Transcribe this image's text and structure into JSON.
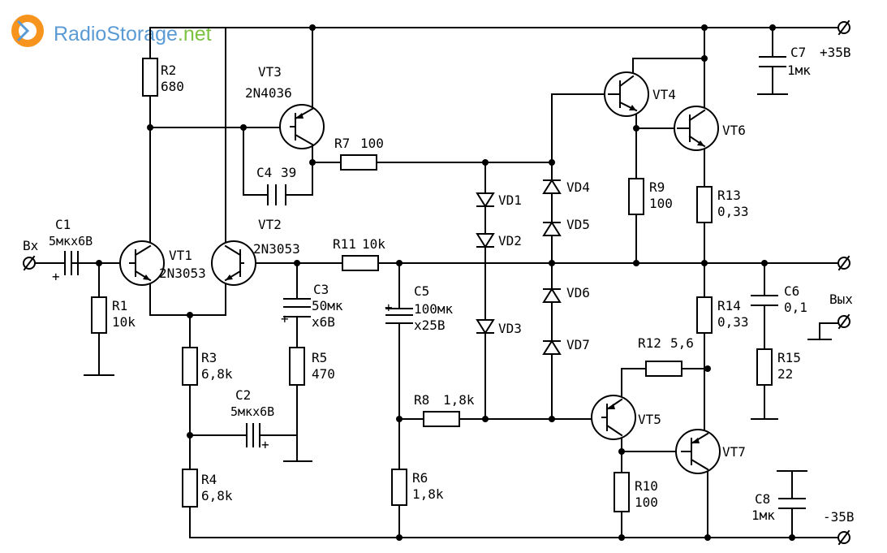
{
  "watermark": {
    "part1": "Radio",
    "part2": "Storage",
    "part3": ".net",
    "color1": "#5a9bd5",
    "color2": "#7dc242",
    "logo_color": "#f7941d"
  },
  "components": {
    "R1": {
      "ref": "R1",
      "value": "10k"
    },
    "R2": {
      "ref": "R2",
      "value": "680"
    },
    "R3": {
      "ref": "R3",
      "value": "6,8k"
    },
    "R4": {
      "ref": "R4",
      "value": "6,8k"
    },
    "R5": {
      "ref": "R5",
      "value": "470"
    },
    "R6": {
      "ref": "R6",
      "value": "1,8k"
    },
    "R7": {
      "ref": "R7",
      "value": "100"
    },
    "R8": {
      "ref": "R8",
      "value": "1,8k"
    },
    "R9": {
      "ref": "R9",
      "value": "100"
    },
    "R10": {
      "ref": "R10",
      "value": "100"
    },
    "R11": {
      "ref": "R11",
      "value": "10k"
    },
    "R12": {
      "ref": "R12",
      "value": "5,6"
    },
    "R13": {
      "ref": "R13",
      "value": "0,33"
    },
    "R14": {
      "ref": "R14",
      "value": "0,33"
    },
    "R15": {
      "ref": "R15",
      "value": "22"
    },
    "C1": {
      "ref": "C1",
      "value": "5мкх6В"
    },
    "C2": {
      "ref": "C2",
      "value": "5мкх6В"
    },
    "C3": {
      "ref": "C3",
      "value1": "50мк",
      "value2": "х6В"
    },
    "C4": {
      "ref": "C4",
      "value": "39"
    },
    "C5": {
      "ref": "C5",
      "value1": "100мк",
      "value2": "х25В"
    },
    "C6": {
      "ref": "C6",
      "value": "0,1"
    },
    "C7": {
      "ref": "C7",
      "value": "1мк"
    },
    "C8": {
      "ref": "C8",
      "value": "1мк"
    },
    "VT1": {
      "ref": "VT1",
      "type": "2N3053"
    },
    "VT2": {
      "ref": "VT2",
      "type": "2N3053"
    },
    "VT3": {
      "ref": "VT3",
      "type": "2N4036"
    },
    "VT4": {
      "ref": "VT4"
    },
    "VT5": {
      "ref": "VT5"
    },
    "VT6": {
      "ref": "VT6"
    },
    "VT7": {
      "ref": "VT7"
    },
    "VD1": {
      "ref": "VD1"
    },
    "VD2": {
      "ref": "VD2"
    },
    "VD3": {
      "ref": "VD3"
    },
    "VD4": {
      "ref": "VD4"
    },
    "VD5": {
      "ref": "VD5"
    },
    "VD6": {
      "ref": "VD6"
    },
    "VD7": {
      "ref": "VD7"
    }
  },
  "terminals": {
    "input": "Вх",
    "output": "Вых",
    "plus_supply": "+35В",
    "minus_supply": "-35В"
  },
  "polarity_mark": "+"
}
